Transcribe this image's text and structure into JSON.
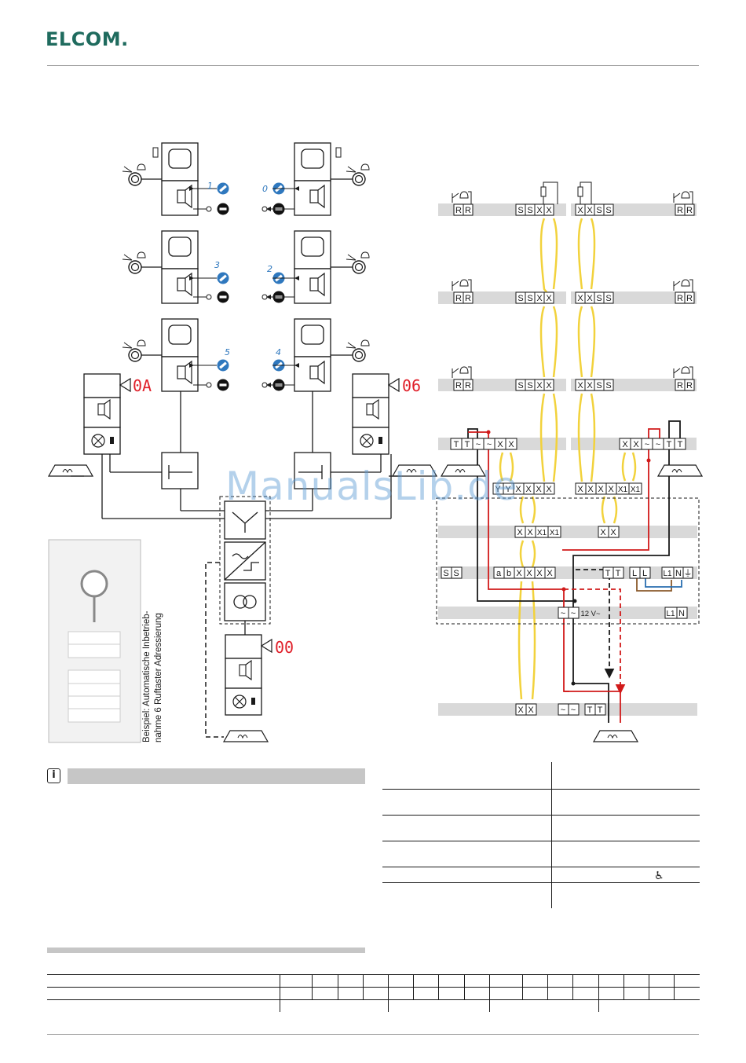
{
  "brand": {
    "logo_text": "ELCOM."
  },
  "watermark": "ManualsLib.de",
  "left_diagram": {
    "caption_line1": "Beispiel: Automatische Inbetrieb-",
    "caption_line2": "nahme 6 Ruftaster Adressierung",
    "address_left": "0A",
    "address_right": "06",
    "address_bottom": "00",
    "button_numbers": [
      "1",
      "0",
      "3",
      "2",
      "5",
      "4"
    ]
  },
  "right_diagram": {
    "bell_terminal": [
      "R",
      "R"
    ],
    "riser_left_terminal": [
      "S",
      "S",
      "X",
      "X"
    ],
    "riser_right_terminal": [
      "X",
      "X",
      "S",
      "S"
    ],
    "door_left_terminal": [
      "T",
      "T",
      "~",
      "~",
      "X",
      "X"
    ],
    "door_right_terminal": [
      "X",
      "X",
      "~",
      "~",
      "T",
      "T"
    ],
    "mid_left_terminal": [
      "Y",
      "Y",
      "X",
      "X",
      "X",
      "X"
    ],
    "mid_right_terminal": [
      "X",
      "X",
      "X",
      "X",
      "X1",
      "X1"
    ],
    "lower_left_terminal": [
      "X",
      "X",
      "X1",
      "X1"
    ],
    "lower_right_terminal": [
      "X",
      "X"
    ],
    "ss_terminal": [
      "S",
      "S"
    ],
    "ab_terminal": [
      "a",
      "b",
      "X",
      "X",
      "X",
      "X"
    ],
    "tt_terminal": [
      "T",
      "T"
    ],
    "ll_terminal": [
      "L",
      "L"
    ],
    "mains_terminal": [
      "L1",
      "N",
      "⏚"
    ],
    "psu_terminal": [
      "~",
      "~"
    ],
    "psu_label": "12 V~",
    "psu_mains_terminal": [
      "L1",
      "N"
    ],
    "bottom_xx_terminal": [
      "X",
      "X"
    ],
    "bottom_ac_terminal": [
      "~",
      "~"
    ],
    "bottom_tt_terminal": [
      "T",
      "T"
    ]
  },
  "info_section": {
    "icon": "info-icon"
  },
  "spec_table": {
    "accessibility_icon": "♿"
  },
  "colors": {
    "brand": "#1f6b5e",
    "wire_red": "#d11a1a",
    "wire_yellow": "#f2d23c",
    "wire_blue": "#2a6fb0",
    "wire_brown": "#8a5a2b",
    "digit_red": "#e0202a",
    "button_blue": "#2f78be",
    "terminal_band": "#d9d9d9"
  }
}
